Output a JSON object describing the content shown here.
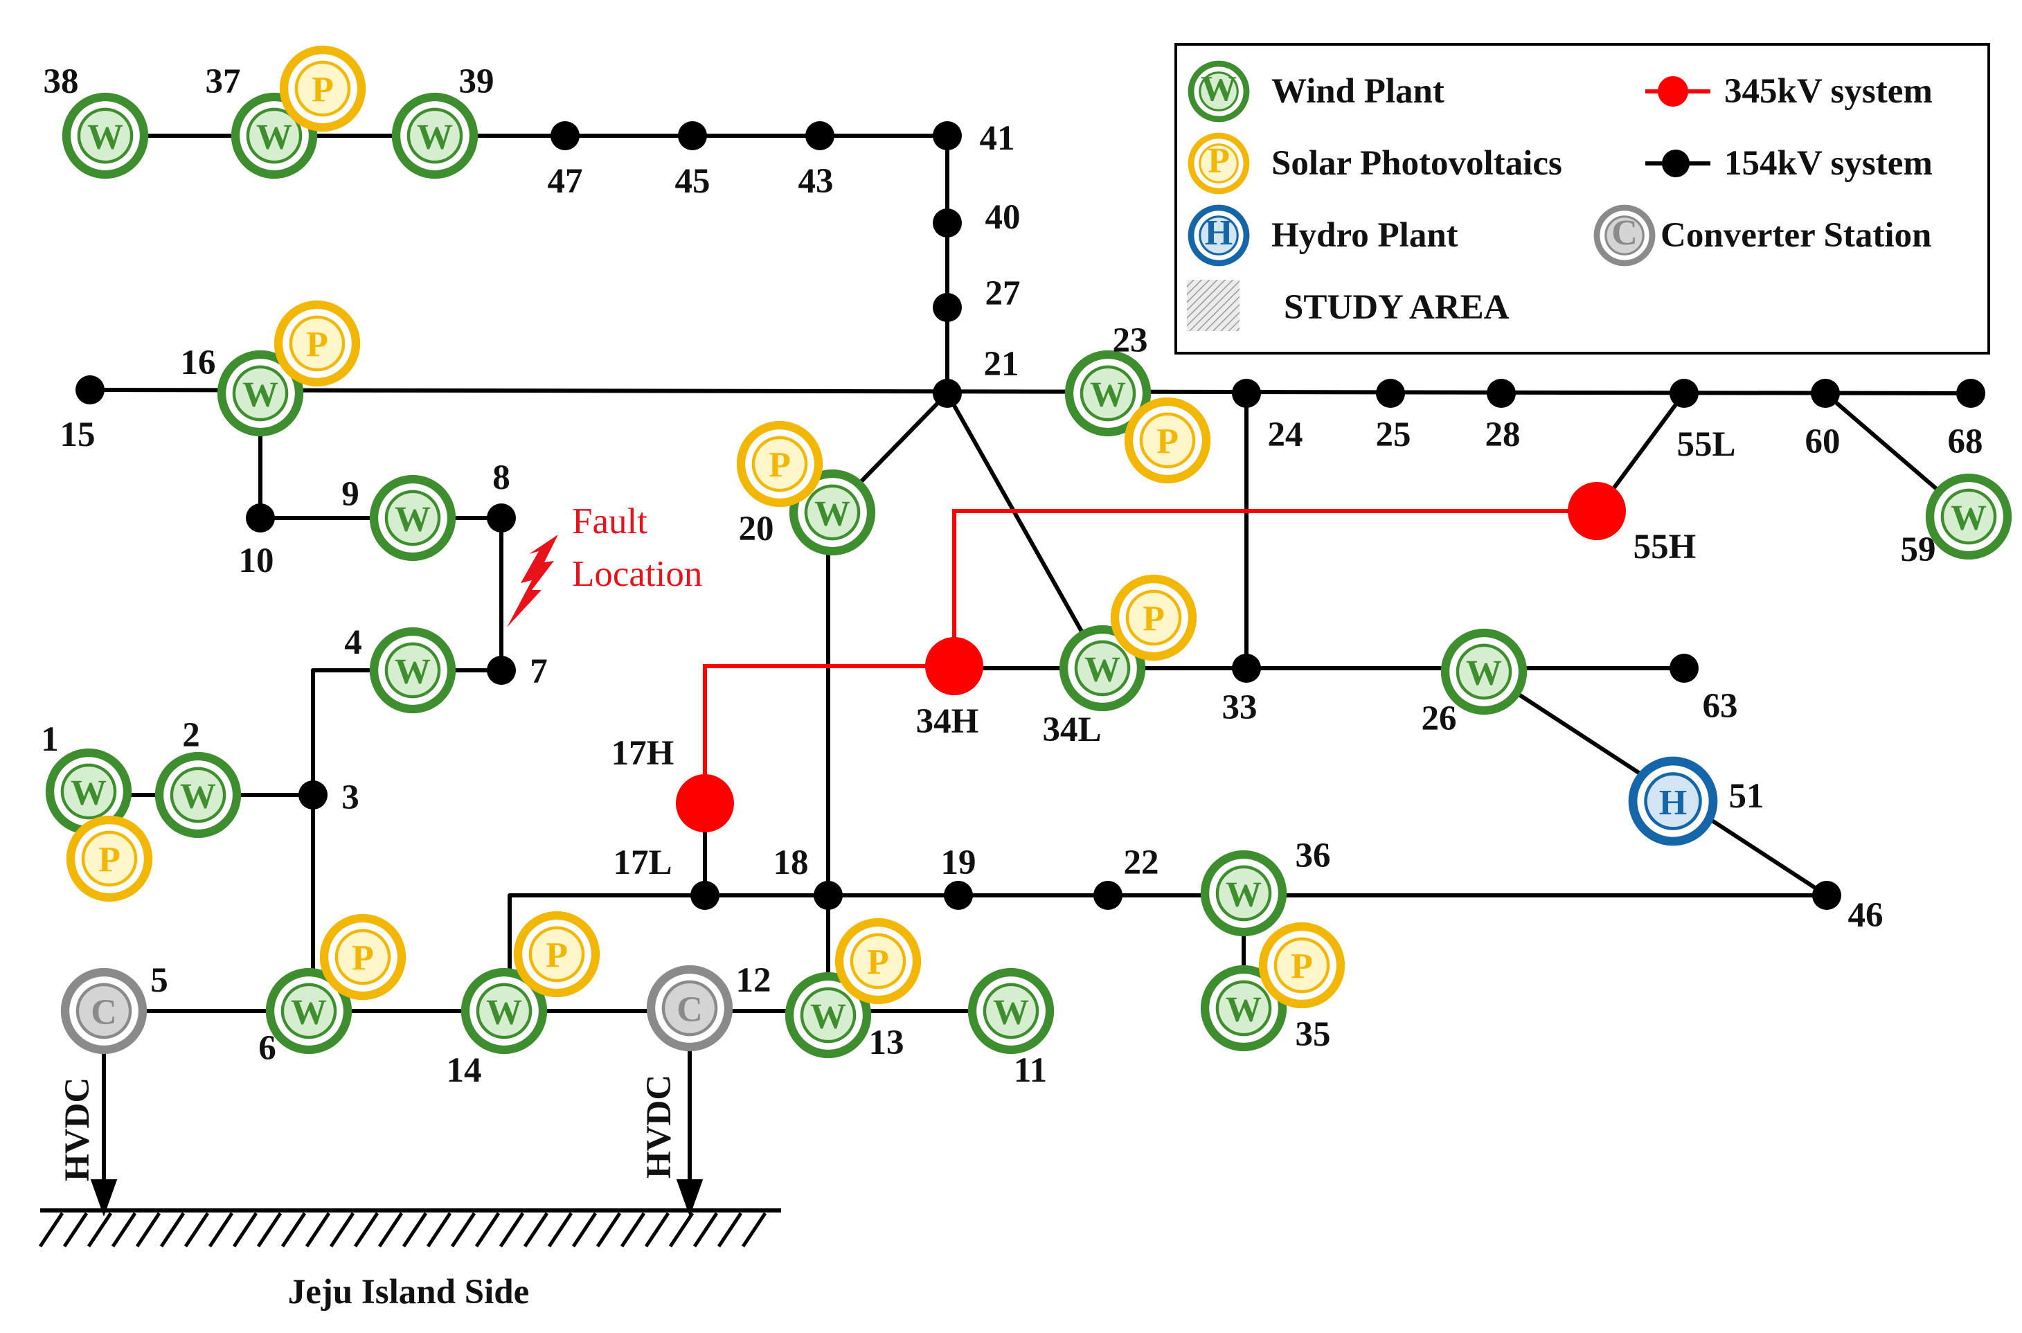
{
  "colors": {
    "line_154kv": "#000000",
    "line_345kv": "#ff0000",
    "wind_ring": "#3e8e2f",
    "wind_fill": "#d7edcf",
    "solar_ring": "#f2b705",
    "solar_fill": "#fff6c9",
    "hydro_ring": "#1565a9",
    "hydro_fill": "#d3e5f3",
    "converter_ring": "#8a8a8a",
    "converter_fill": "#d4d4d4",
    "fault": "#e8121b"
  },
  "legend": {
    "wind": "Wind Plant",
    "solar": "Solar Photovoltaics",
    "hydro": "Hydro Plant",
    "study_area": "STUDY AREA",
    "hv345": "345kV system",
    "hv154": "154kV system",
    "converter": "Converter Station"
  },
  "symbols": {
    "wind": "W",
    "solar": "P",
    "hydro": "H",
    "converter": "C"
  },
  "fault": {
    "line1": "Fault",
    "line2": "Location"
  },
  "hvdc_label": "HVDC",
  "ground_label": "Jeju Island Side",
  "bus_labels": {
    "b38": "38",
    "b37": "37",
    "b39": "39",
    "b47": "47",
    "b45": "45",
    "b43": "43",
    "b41": "41",
    "b40": "40",
    "b27": "27",
    "b21": "21",
    "b16": "16",
    "b15": "15",
    "b23": "23",
    "b24": "24",
    "b25": "25",
    "b28": "28",
    "b55L": "55L",
    "b60": "60",
    "b68": "68",
    "b59": "59",
    "b55H": "55H",
    "b20": "20",
    "b9": "9",
    "b8": "8",
    "b10": "10",
    "b4": "4",
    "b7": "7",
    "b34H": "34H",
    "b34L": "34L",
    "b33": "33",
    "b26": "26",
    "b63": "63",
    "b1": "1",
    "b2": "2",
    "b3": "3",
    "b17H": "17H",
    "b51": "51",
    "b17L": "17L",
    "b18": "18",
    "b19": "19",
    "b22": "22",
    "b36": "36",
    "b46": "46",
    "b5": "5",
    "b6": "6",
    "b14": "14",
    "b12": "12",
    "b13": "13",
    "b11": "11",
    "b35": "35"
  }
}
